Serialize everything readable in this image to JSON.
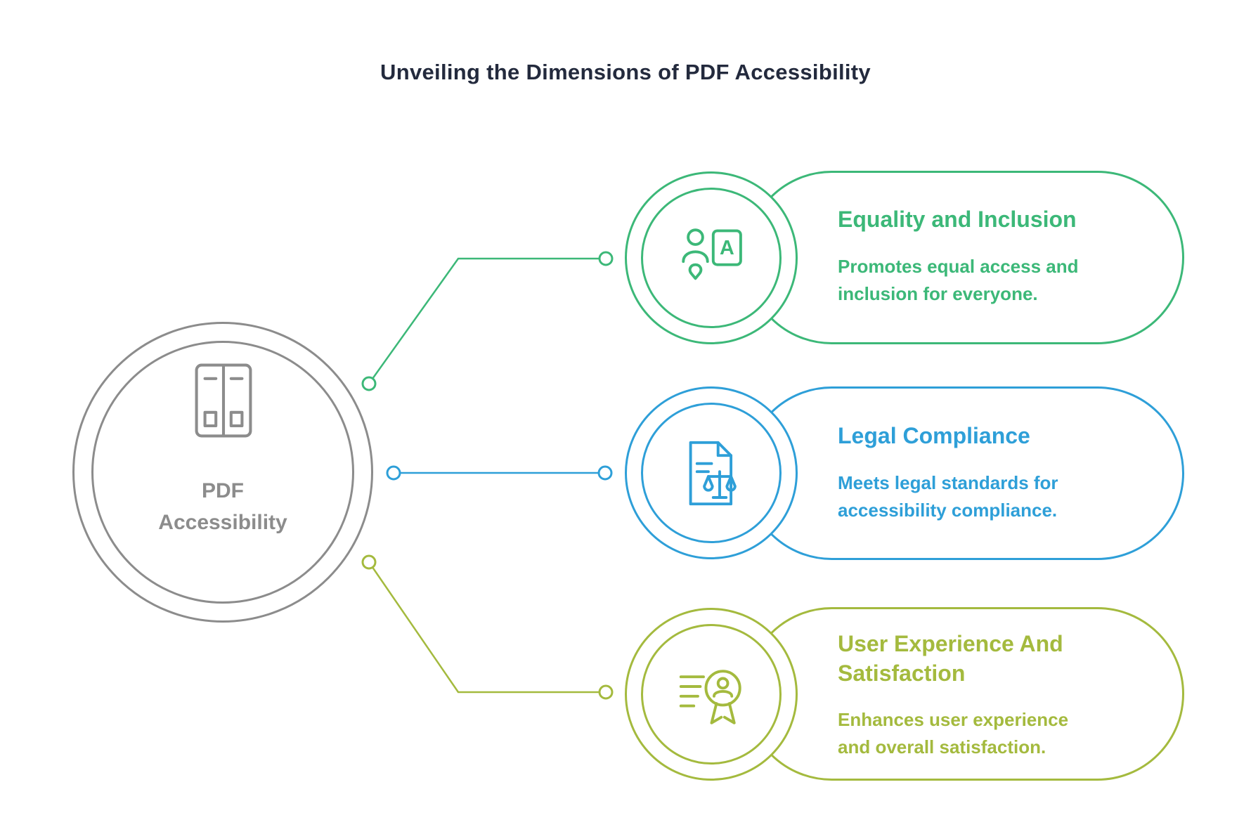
{
  "title": "Unveiling the Dimensions of PDF Accessibility",
  "colors": {
    "background": "#ffffff",
    "title_text": "#232a3d",
    "hub": "#8c8c8c",
    "equality": "#3cb878",
    "legal": "#2e9fd8",
    "experience": "#a4ba3e"
  },
  "hub": {
    "icon": "pdf-document-icon",
    "label_line1": "PDF",
    "label_line2": "Accessibility"
  },
  "branches": [
    {
      "id": "equality",
      "icon": "equality-inclusion-icon",
      "title": "Equality and Inclusion",
      "description": "Promotes equal access and inclusion for everyone.",
      "color": "#3cb878"
    },
    {
      "id": "legal",
      "icon": "legal-compliance-icon",
      "title": "Legal Compliance",
      "description": "Meets legal standards for accessibility compliance.",
      "color": "#2e9fd8"
    },
    {
      "id": "experience",
      "icon": "user-experience-award-icon",
      "title": "User Experience And Satisfaction",
      "description": "Enhances user experience and overall satisfaction.",
      "color": "#a4ba3e"
    }
  ]
}
